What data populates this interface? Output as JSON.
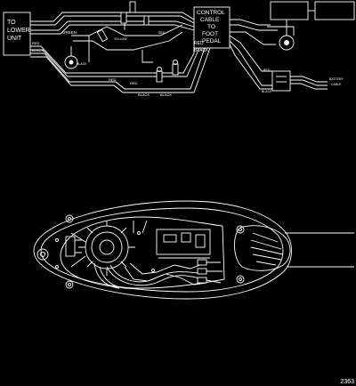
{
  "wiring": {
    "box_lower_unit": [
      "TO",
      "LOWER",
      "UNIT"
    ],
    "box_control_cable": [
      "CONTROL",
      "CABLE",
      "TO",
      "FOOT",
      "PEDAL"
    ],
    "wire_green": "GREEN",
    "wire_yellow": "YELLOW",
    "wire_black": "BLACK",
    "wire_red": "RED",
    "red_left": "RED",
    "black_left": "BLACK",
    "red_mid": "RED",
    "red_mid2": "RED",
    "black_bottom": "BLACK",
    "black_bottom2": "BLACK",
    "red_right": "RED",
    "black_right": "BLACK",
    "battery_cable": [
      "BATTERY",
      "CABLE"
    ],
    "red_far": "RED",
    "black_far": "BLACK"
  },
  "figure_number": "2363"
}
